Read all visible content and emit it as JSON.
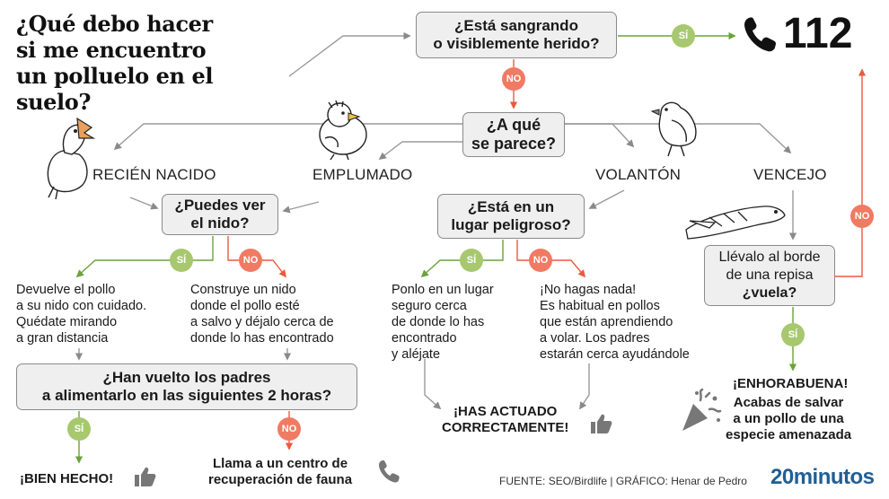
{
  "title": "¿Qué debo hacer\nsi me encuentro\nun polluelo en el suelo?",
  "emergency": {
    "number": "112",
    "icon": "phone-icon"
  },
  "questions": {
    "bleeding": "¿Está sangrando\no visiblemente herido?",
    "looks_like": "¿A qué\nse parece?",
    "see_nest": "¿Puedes ver\nel nido?",
    "dangerous_place": "¿Está en un\nlugar peligroso?",
    "ledge_line1": "Llévalo al borde",
    "ledge_line2": "de una repisa",
    "ledge_line3": "¿vuela?",
    "parents_returned": "¿Han vuelto los padres\na alimentarlo en las siguientes 2 horas?"
  },
  "labels": {
    "yes": "SÍ",
    "no": "NO"
  },
  "categories": {
    "newborn": "RECIÉN NACIDO",
    "feathered": "EMPLUMADO",
    "fledgling": "VOLANTÓN",
    "swift": "VENCEJO"
  },
  "actions": {
    "return_to_nest": "Devuelve el pollo\na su nido con cuidado.\nQuédate mirando\na gran distancia",
    "build_nest": "Construye un nido\ndonde el pollo esté\na salvo y déjalo cerca de\ndonde lo has encontrado",
    "move_safe": "Ponlo en un lugar\nseguro cerca\nde donde lo has\nencontrado\ny aléjate",
    "do_nothing": "¡No hagas nada!\nEs habitual en pollos\nque están aprendiendo\na volar. Los padres\nestarán cerca ayudándole"
  },
  "results": {
    "well_done": "¡BIEN HECHO!",
    "call_center": "Llama a un centro de\nrecuperación de fauna",
    "acted_correctly": "¡HAS ACTUADO\nCORRECTAMENTE!",
    "congrats_title": "¡ENHORABUENA!",
    "congrats_text": "Acabas de salvar\na un pollo de una\nespecie amenazada"
  },
  "footer": {
    "source_label": "FUENTE:",
    "source": "SEO/Birdlife",
    "separator": "|",
    "graphic_label": "GRÁFICO:",
    "graphic": "Henar de Pedro",
    "brand": "20minutos"
  },
  "colors": {
    "yes": "#a7c86f",
    "no": "#f07a63",
    "line": "#9a9a9a",
    "box_bg": "#efefef",
    "brand": "#1f5f95"
  }
}
